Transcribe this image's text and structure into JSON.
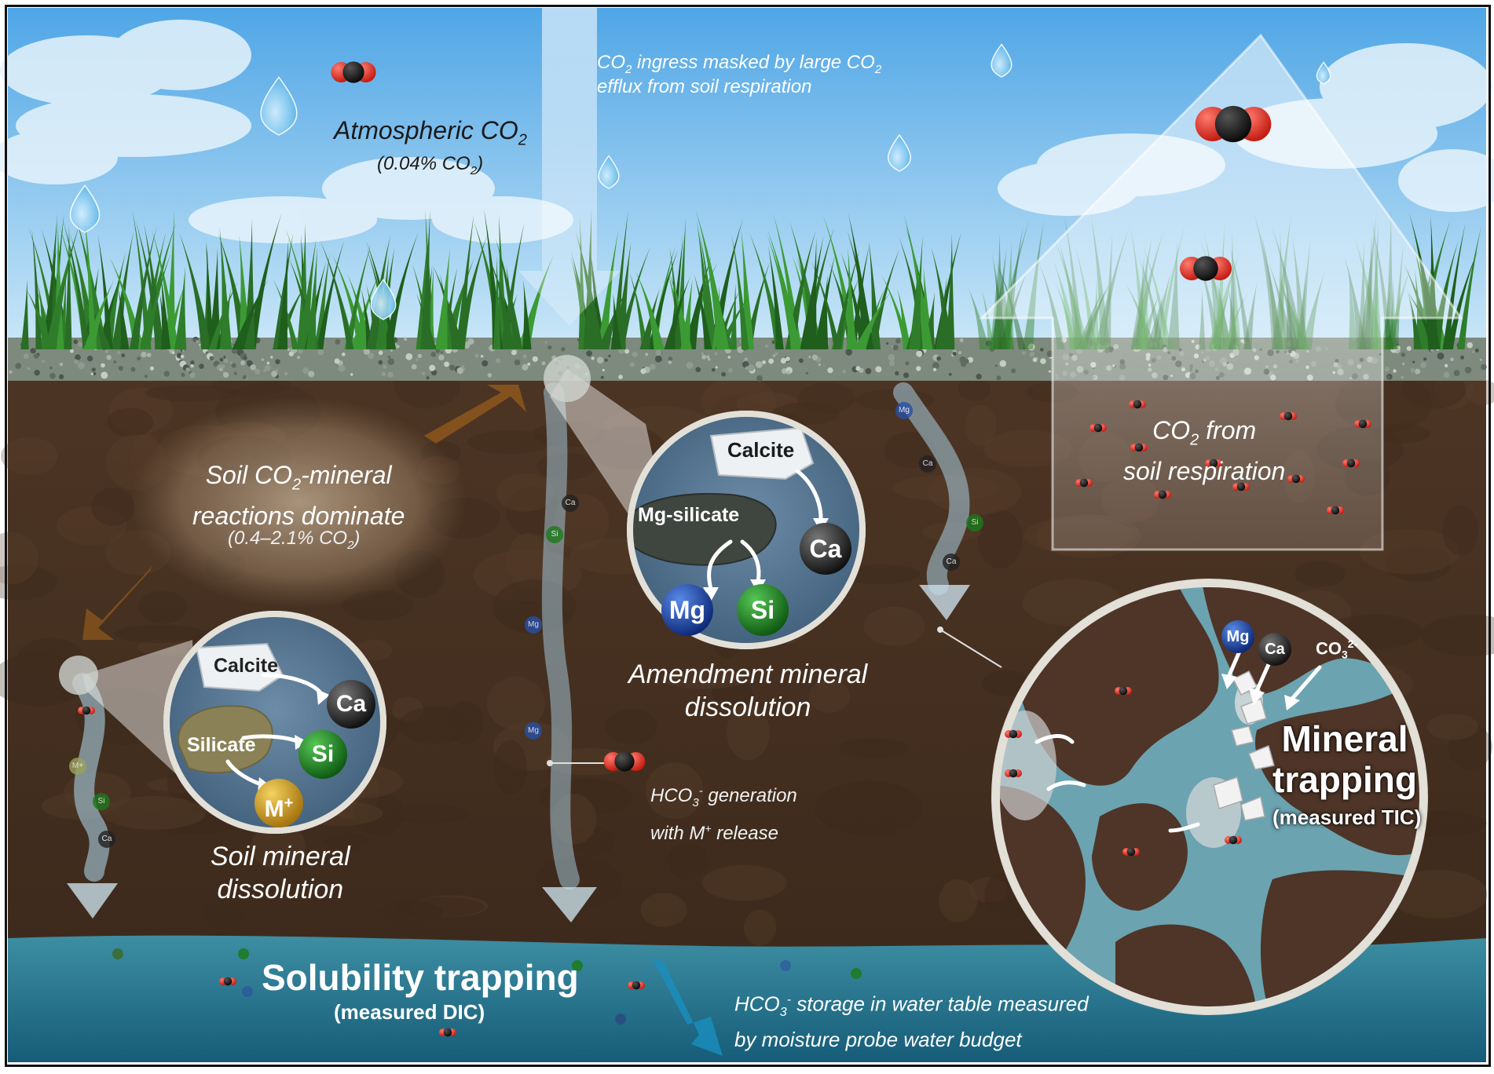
{
  "labels": {
    "ingress_line1_a": "CO",
    "ingress_line1_sub1": "2",
    "ingress_line1_b": " ingress masked by large CO",
    "ingress_line1_sub2": "2",
    "ingress_line2": "efflux from soil respiration",
    "atmospheric_a": "Atmospheric CO",
    "atmospheric_sub": "2",
    "atmospheric_pct_a": "(0.04% CO",
    "atmospheric_pct_sub": "2",
    "atmospheric_pct_b": ")",
    "soil_line1_a": "Soil CO",
    "soil_line1_sub": "2",
    "soil_line1_b": "-mineral",
    "soil_line2": "reactions dominate",
    "soil_pct_a": "(0.4–2.1% CO",
    "soil_pct_sub": "2",
    "soil_pct_b": ")",
    "resp_line1_a": "CO",
    "resp_line1_sub": "2",
    "resp_line1_b": " from",
    "resp_line2": "soil respiration",
    "amend_line1": "Amendment mineral",
    "amend_line2": "dissolution",
    "soilmin_line1": "Soil mineral",
    "soilmin_line2": "dissolution",
    "hco3_gen_a": "HCO",
    "hco3_gen_sub": "3",
    "hco3_gen_sup": "-",
    "hco3_gen_b": " generation",
    "hco3_gen_line2_a": "with M",
    "hco3_gen_line2_sup": "+",
    "hco3_gen_line2_b": " release",
    "mineral_trap_1": "Mineral",
    "mineral_trap_2": "trapping",
    "mineral_trap_3": "(measured TIC)",
    "solubility_1": "Solubility trapping",
    "solubility_2": "(measured DIC)",
    "storage_a": "HCO",
    "storage_sub": "3",
    "storage_sup": "-",
    "storage_b": " storage in water table measured",
    "storage_line2": "by moisture probe water budget"
  },
  "inset_amendment": {
    "calcite": "Calcite",
    "mg_silicate": "Mg-silicate",
    "ca": "Ca",
    "mg": "Mg",
    "si": "Si"
  },
  "inset_soil": {
    "calcite": "Calcite",
    "silicate": "Silicate",
    "ca": "Ca",
    "si": "Si",
    "m": "M",
    "m_sup": "+"
  },
  "inset_mineral": {
    "mg": "Mg",
    "ca": "Ca",
    "co3": "CO",
    "co3_sub": "3",
    "co3_sup": "2-"
  },
  "flow_ions": {
    "left_path": [
      "M+",
      "Si",
      "Ca"
    ],
    "middle_path": [
      "Ca",
      "Si",
      "Mg",
      "Mg"
    ],
    "right_path": [
      "Mg",
      "Ca",
      "Si",
      "Ca"
    ]
  },
  "colors": {
    "sky_top": "#5fb0ea",
    "sky_bottom": "#c9e6f7",
    "soil": "#4a3323",
    "water": "#1f6d87",
    "grass": "#2f7d2a",
    "ion_ca": "#1b1b1b",
    "ion_si": "#1c7a1c",
    "ion_mg": "#1c3f9c",
    "ion_m": "#c9951a"
  }
}
